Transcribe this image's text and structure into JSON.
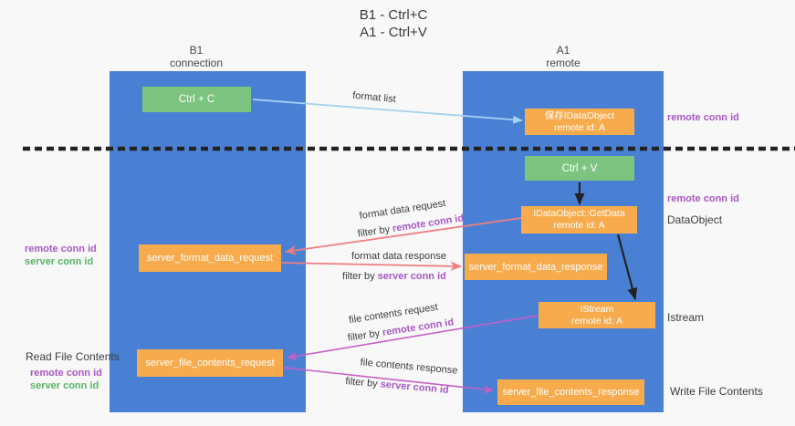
{
  "title": {
    "line1": "B1 - Ctrl+C",
    "line2": "A1 - Ctrl+V"
  },
  "columns": {
    "left": {
      "title": "B1",
      "subtitle": "connection"
    },
    "right": {
      "title": "A1",
      "subtitle": "remote"
    }
  },
  "nodes": {
    "ctrl_c": {
      "label": "Ctrl + C"
    },
    "save_idataobject": {
      "line1": "保存IDataObject",
      "line2": "remote id: A"
    },
    "ctrl_v": {
      "label": "Ctrl + V"
    },
    "idataobject_getdata": {
      "line1": "IDataObject::GetData",
      "line2": "remote id: A"
    },
    "server_format_data_request": {
      "label": "server_format_data_request"
    },
    "server_format_data_response": {
      "label": "server_format_data_response"
    },
    "istream": {
      "line1": "IStream",
      "line2": "remote id: A"
    },
    "server_file_contents_request": {
      "label": "server_file_contents_request"
    },
    "server_file_contents_response": {
      "label": "server_file_contents_response"
    }
  },
  "edge_labels": {
    "format_list": "format list",
    "format_data_request": "format data request",
    "format_data_request_filter": {
      "prefix": "filter by ",
      "highlight": "remote conn id"
    },
    "format_data_response": "format data response",
    "format_data_response_filter": {
      "prefix": "filter by ",
      "highlight": "server conn id"
    },
    "file_contents_request": "file contents request",
    "file_contents_request_filter": {
      "prefix": "filter by ",
      "highlight": "remote conn id"
    },
    "file_contents_response": "file contents response",
    "file_contents_response_filter": {
      "prefix": "filter by ",
      "highlight": "server conn id"
    }
  },
  "side_labels": {
    "right_remote_conn_id_top": "remote conn id",
    "right_remote_conn_id_mid": "remote conn id",
    "dataobject": "DataObject",
    "istream": "Istream",
    "write_file_contents": "Write File Contents",
    "left_remote_conn_id_1": "remote conn id",
    "left_server_conn_id_1": "server conn id",
    "read_file_contents": "Read File Contents",
    "left_remote_conn_id_2": "remote conn id",
    "left_server_conn_id_2": "server conn id"
  },
  "colors": {
    "column_blue": "#4a80d4",
    "node_orange": "#f8ab4c",
    "node_green": "#7cc47f",
    "arrow_light_blue": "#a5d2f0",
    "arrow_salmon": "#ee7d80",
    "arrow_magenta": "#c75fc7",
    "arrow_black": "#222222",
    "text_purple": "#a957c5",
    "text_green": "#57b564",
    "text_dark": "#3c3c3c",
    "background": "#f8f8f8"
  }
}
